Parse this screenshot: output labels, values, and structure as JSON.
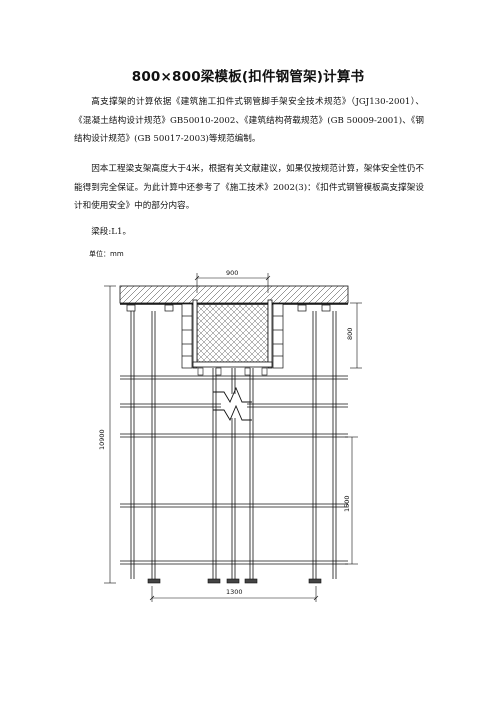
{
  "title": "800×800梁模板(扣件钢管架)计算书",
  "paragraphs": [
    "高支撑架的计算依据《建筑施工扣件式钢管脚手架安全技术规范》（JGJ130-2001）、《混凝土结构设计规范》GB50010-2002、《建筑结构荷载规范》(GB 50009-2001)、《钢结构设计规范》(GB 50017-2003)等规范编制。",
    "因本工程梁支架高度大于4米，根据有关文献建议，如果仅按规范计算，架体安全性仍不能得到完全保证。为此计算中还参考了《施工技术》2002(3)：《扣件式钢管模板高支撑架设计和使用安全》中的部分内容。",
    "梁段:L1。"
  ],
  "diagram": {
    "unit_label": "单位：mm",
    "dim_top": "900",
    "dim_right_top": "800",
    "dim_left_total": "10900",
    "dim_right_lower": "1500",
    "dim_bottom": "1300"
  }
}
